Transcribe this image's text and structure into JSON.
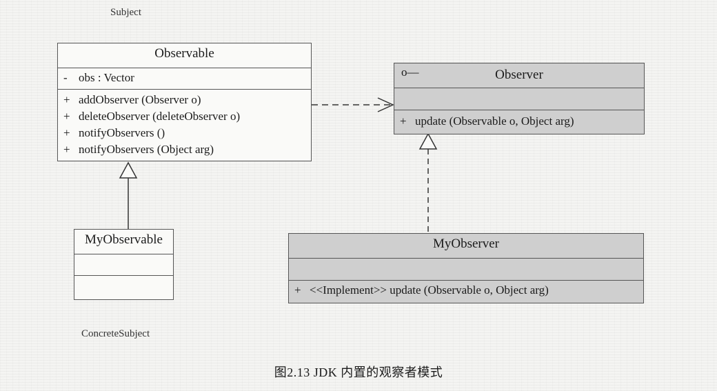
{
  "stereotype_top": "Subject",
  "stereotype_bottom": "ConcreteSubject",
  "observable": {
    "name": "Observable",
    "attributes": [
      {
        "visibility": "-",
        "text": "obs   : Vector"
      }
    ],
    "operations": [
      {
        "visibility": "+",
        "text": "addObserver (Observer o)"
      },
      {
        "visibility": "+",
        "text": "deleteObserver (deleteObserver o)"
      },
      {
        "visibility": "+",
        "text": "notifyObservers ()"
      },
      {
        "visibility": "+",
        "text": "notifyObservers (Object arg)"
      }
    ]
  },
  "observer": {
    "interface_symbol": "o—",
    "name": "Observer",
    "operations": [
      {
        "visibility": "+",
        "text": "update (Observable o, Object arg)"
      }
    ]
  },
  "my_observable": {
    "name": "MyObservable"
  },
  "my_observer": {
    "name": "MyObserver",
    "operations": [
      {
        "visibility": "+",
        "text": "<<Implement>>  update (Observable o, Object arg)"
      }
    ]
  },
  "caption": "图2.13   JDK 内置的观察者模式"
}
